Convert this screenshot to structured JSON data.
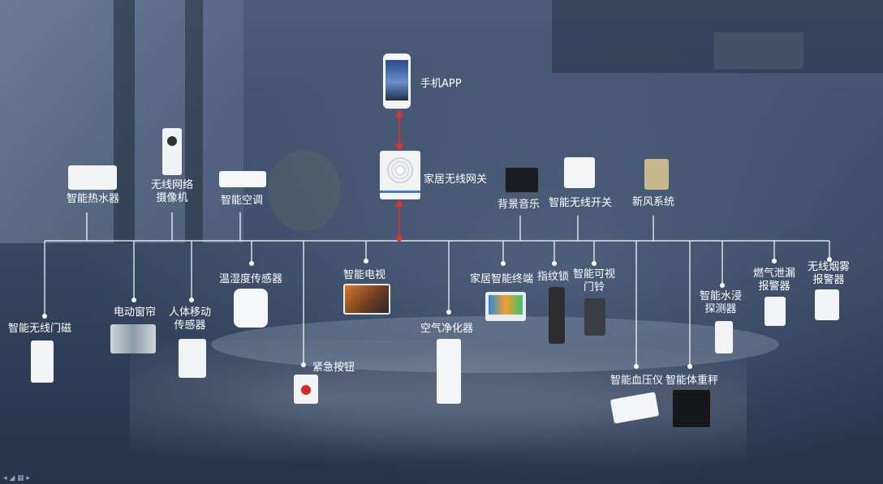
{
  "hub": {
    "phone_label": "手机APP",
    "gateway_label": "家居无线网关"
  },
  "top_devices": [
    {
      "label": "智能热水器"
    },
    {
      "label": "无线网络\n摄像机"
    },
    {
      "label": "智能空调"
    },
    {
      "label": "背景音乐"
    },
    {
      "label": "智能无线开关"
    },
    {
      "label": "新风系统"
    }
  ],
  "bottom_devices": [
    {
      "label": "智能无线门磁"
    },
    {
      "label": "电动窗帘"
    },
    {
      "label": "人体移动\n传感器"
    },
    {
      "label": "温湿度传感器"
    },
    {
      "label": "紧急按钮"
    },
    {
      "label": "智能电视"
    },
    {
      "label": "空气净化器"
    },
    {
      "label": "家居智能终端"
    },
    {
      "label": "指纹锁"
    },
    {
      "label": "智能可视\n门铃"
    },
    {
      "label": "智能血压仪"
    },
    {
      "label": "智能体重秤"
    },
    {
      "label": "智能水浸\n探测器"
    },
    {
      "label": "燃气泄漏\n报警器"
    },
    {
      "label": "无线烟雾\n报警器"
    }
  ],
  "colors": {
    "bus_line": "#ffffff",
    "link_arrow": "#e03030"
  },
  "footer": {
    "tools": "◂ ◢ ▦ ▸"
  }
}
